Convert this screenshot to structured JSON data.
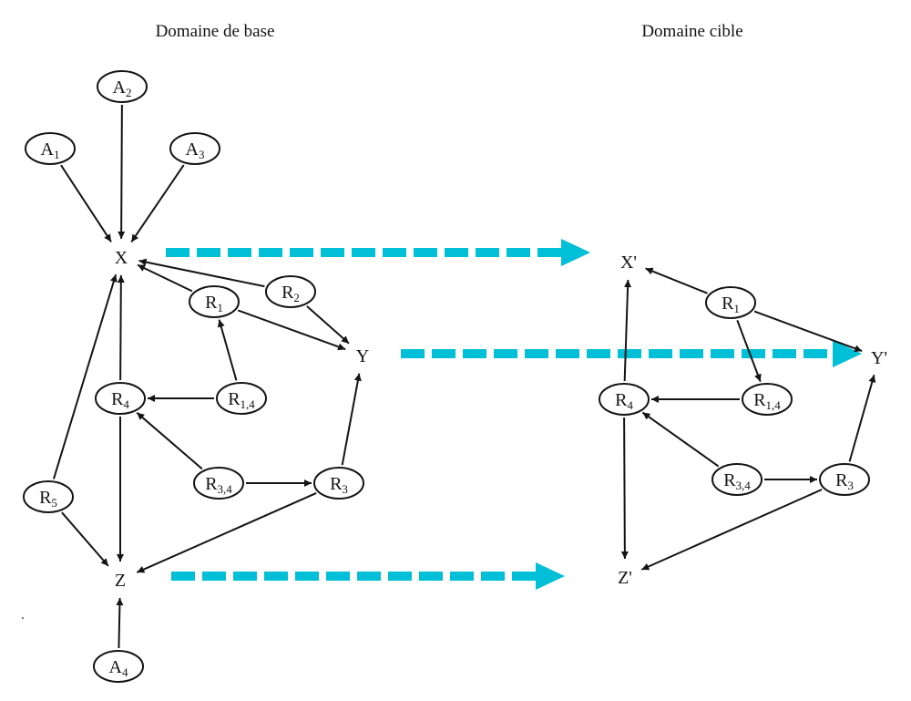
{
  "titles": {
    "base": "Domaine de base",
    "target": "Domaine cible"
  },
  "colors": {
    "mapping_arrow": "#00bfd6",
    "ink": "#141414"
  },
  "base_domain": {
    "nodes": [
      {
        "id": "A1",
        "main": "A",
        "sub": "1",
        "shape": "ellipse"
      },
      {
        "id": "A2",
        "main": "A",
        "sub": "2",
        "shape": "ellipse"
      },
      {
        "id": "A3",
        "main": "A",
        "sub": "3",
        "shape": "ellipse"
      },
      {
        "id": "A4",
        "main": "A",
        "sub": "4",
        "shape": "ellipse"
      },
      {
        "id": "X",
        "main": "X",
        "sub": "",
        "shape": "text"
      },
      {
        "id": "Y",
        "main": "Y",
        "sub": "",
        "shape": "text"
      },
      {
        "id": "Z",
        "main": "Z",
        "sub": "",
        "shape": "text"
      },
      {
        "id": "R1",
        "main": "R",
        "sub": "1",
        "shape": "ellipse"
      },
      {
        "id": "R2",
        "main": "R",
        "sub": "2",
        "shape": "ellipse"
      },
      {
        "id": "R3",
        "main": "R",
        "sub": "3",
        "shape": "ellipse"
      },
      {
        "id": "R4",
        "main": "R",
        "sub": "4",
        "shape": "ellipse"
      },
      {
        "id": "R5",
        "main": "R",
        "sub": "5",
        "shape": "ellipse"
      },
      {
        "id": "R14",
        "main": "R",
        "sub": "1,4",
        "shape": "ellipse"
      },
      {
        "id": "R34",
        "main": "R",
        "sub": "3,4",
        "shape": "ellipse"
      }
    ],
    "edges": [
      {
        "from": "A1",
        "to": "X"
      },
      {
        "from": "A2",
        "to": "X"
      },
      {
        "from": "A3",
        "to": "X"
      },
      {
        "from": "R2",
        "to": "X"
      },
      {
        "from": "R2",
        "to": "Y"
      },
      {
        "from": "R1",
        "to": "X"
      },
      {
        "from": "R1",
        "to": "Y"
      },
      {
        "from": "R14",
        "to": "R1"
      },
      {
        "from": "R14",
        "to": "R4"
      },
      {
        "from": "R4",
        "to": "X"
      },
      {
        "from": "R4",
        "to": "Z"
      },
      {
        "from": "R34",
        "to": "R4"
      },
      {
        "from": "R34",
        "to": "R3"
      },
      {
        "from": "R3",
        "to": "Y"
      },
      {
        "from": "R3",
        "to": "Z"
      },
      {
        "from": "R5",
        "to": "X"
      },
      {
        "from": "R5",
        "to": "Z"
      },
      {
        "from": "A4",
        "to": "Z"
      }
    ]
  },
  "target_domain": {
    "nodes": [
      {
        "id": "X'",
        "main": "X'",
        "sub": "",
        "shape": "text"
      },
      {
        "id": "Y'",
        "main": "Y'",
        "sub": "",
        "shape": "text"
      },
      {
        "id": "Z'",
        "main": "Z'",
        "sub": "",
        "shape": "text"
      },
      {
        "id": "R1'",
        "main": "R",
        "sub": "1",
        "shape": "ellipse"
      },
      {
        "id": "R4'",
        "main": "R",
        "sub": "4",
        "shape": "ellipse"
      },
      {
        "id": "R14'",
        "main": "R",
        "sub": "1,4",
        "shape": "ellipse"
      },
      {
        "id": "R34'",
        "main": "R",
        "sub": "3,4",
        "shape": "ellipse"
      },
      {
        "id": "R3'",
        "main": "R",
        "sub": "3",
        "shape": "ellipse"
      }
    ],
    "edges": [
      {
        "from": "R1'",
        "to": "X'"
      },
      {
        "from": "R1'",
        "to": "Y'"
      },
      {
        "from": "R1'",
        "to": "R14'"
      },
      {
        "from": "R14'",
        "to": "R4'"
      },
      {
        "from": "R4'",
        "to": "X'"
      },
      {
        "from": "R4'",
        "to": "Z'"
      },
      {
        "from": "R34'",
        "to": "R4'"
      },
      {
        "from": "R34'",
        "to": "R3'"
      },
      {
        "from": "R3'",
        "to": "Y'"
      },
      {
        "from": "R3'",
        "to": "Z'"
      }
    ]
  },
  "mappings": [
    {
      "from": "X",
      "to": "X'"
    },
    {
      "from": "Y",
      "to": "Y'"
    },
    {
      "from": "Z",
      "to": "Z'"
    }
  ]
}
